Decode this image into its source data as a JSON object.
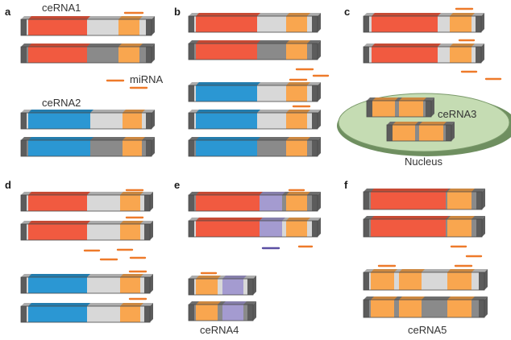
{
  "panel_labels": [
    "a",
    "b",
    "c",
    "d",
    "e",
    "f"
  ],
  "labels": {
    "cerna1": "ceRNA1",
    "cerna2": "ceRNA2",
    "cerna3": "ceRNA3",
    "cerna4": "ceRNA4",
    "cerna5": "ceRNA5",
    "mirna": "miRNA",
    "nucleus": "Nucleus"
  },
  "colors": {
    "red_region": "#f15a40",
    "blue_region": "#2b97d3",
    "orange_site": "#f9a64f",
    "mirna_line": "#ee7a2a",
    "purple_site": "#a49bd0",
    "purple_mirna": "#5b4fa3",
    "light_body": "#d8d8d8",
    "dark_body": "#8a8a8a",
    "end_cap": "#5c5c5c",
    "nucleus_fill": "#c5dcb3",
    "nucleus_shadow": "#6f8f60"
  }
}
